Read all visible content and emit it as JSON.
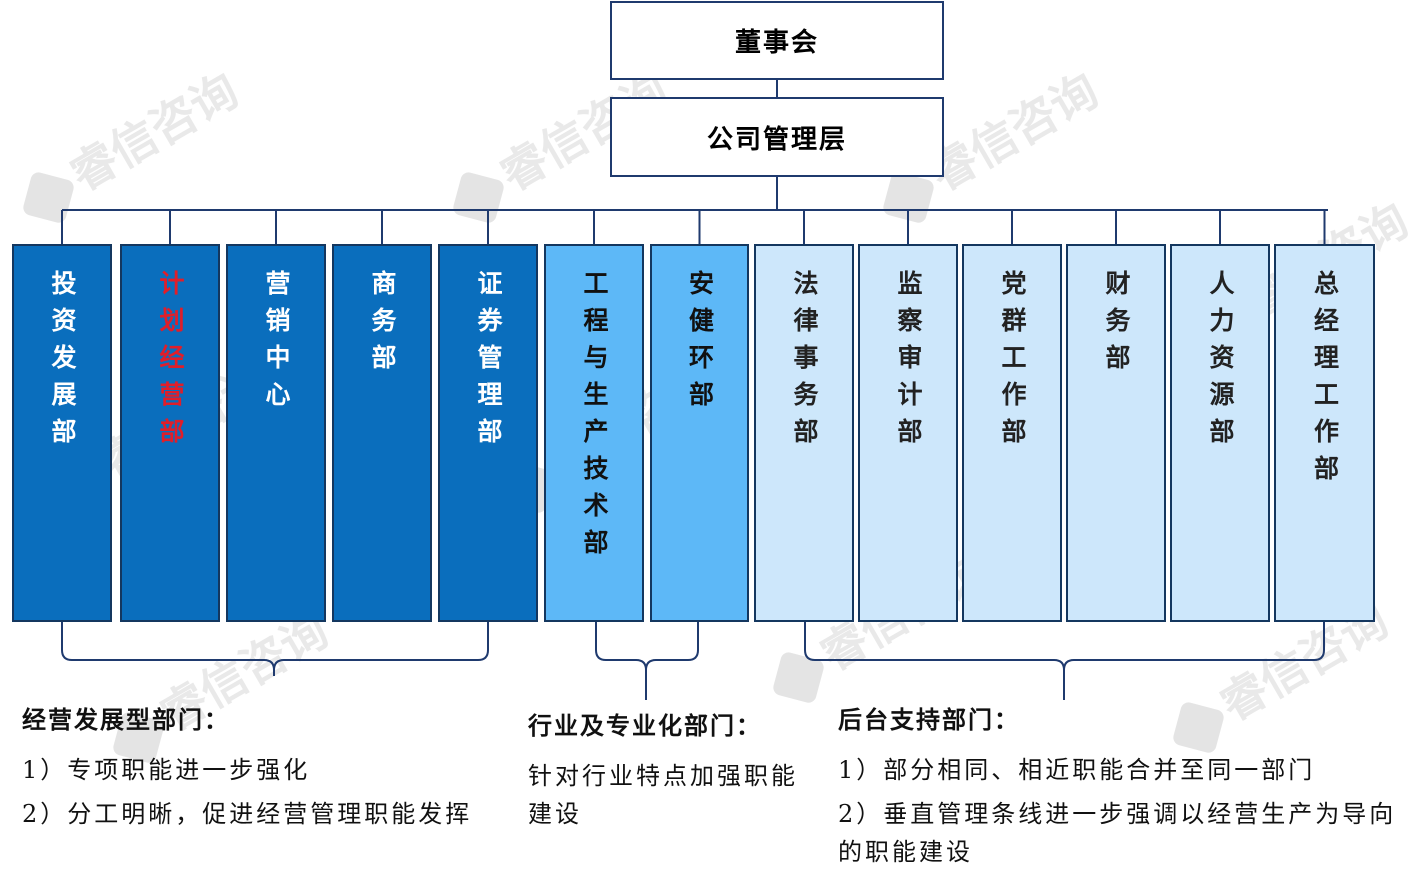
{
  "board": "董事会",
  "management": "公司管理层",
  "departments": [
    {
      "name": "投资发展部",
      "tier": "dark",
      "highlight": false
    },
    {
      "name": "计划经营部",
      "tier": "dark",
      "highlight": true
    },
    {
      "name": "营销中心",
      "tier": "dark",
      "highlight": false
    },
    {
      "name": "商务部",
      "tier": "dark",
      "highlight": false
    },
    {
      "name": "证券管理部",
      "tier": "dark",
      "highlight": false
    },
    {
      "name": "工程与生产技术部",
      "tier": "mid",
      "highlight": false
    },
    {
      "name": "安健环部",
      "tier": "mid",
      "highlight": false
    },
    {
      "name": "法律事务部",
      "tier": "light",
      "highlight": false
    },
    {
      "name": "监察审计部",
      "tier": "light",
      "highlight": false
    },
    {
      "name": "党群工作部",
      "tier": "light",
      "highlight": false
    },
    {
      "name": "财务部",
      "tier": "light",
      "highlight": false
    },
    {
      "name": "人力资源部",
      "tier": "light",
      "highlight": false
    },
    {
      "name": "总经理工作部",
      "tier": "light",
      "highlight": false
    }
  ],
  "groups": [
    {
      "title": "经营发展型部门：",
      "lines": [
        "1）专项职能进一步强化",
        "2）分工明晰，促进经营管理职能发挥"
      ]
    },
    {
      "title": "行业及专业化部门：",
      "lines": [
        "针对行业特点加强职能建设"
      ]
    },
    {
      "title": "后台支持部门：",
      "lines": [
        "1）部分相同、相近职能合并至同一部门",
        "2）垂直管理条线进一步强调以经营生产为导向的职能建设"
      ]
    }
  ],
  "watermark": "睿信咨询",
  "colors": {
    "dark": "#0a6ebd",
    "mid": "#5db8f7",
    "light": "#cde7fb",
    "highlight": "#e01e2a",
    "line": "#1f3a6e"
  }
}
